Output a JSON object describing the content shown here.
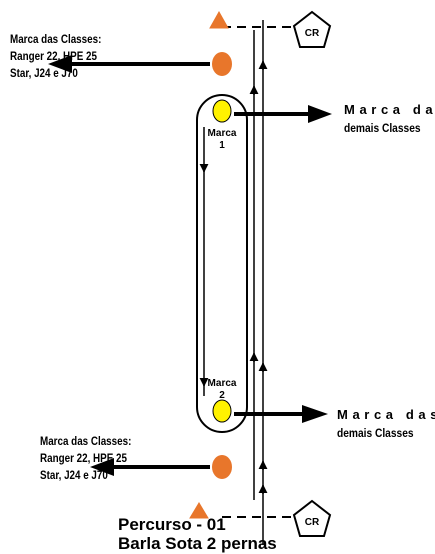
{
  "labels": {
    "top_left": [
      "Marca das Classes:",
      "Ranger 22, HPE 25",
      "Star, J24 e J70"
    ],
    "bottom_left": [
      "Marca das Classes:",
      "Ranger 22, HPE 25",
      "Star, J24 e J70"
    ],
    "top_right": [
      "M a r c a   d a s",
      "demais Classes"
    ],
    "bottom_right": [
      "M a r c a   d a s",
      "demais Classes"
    ],
    "mark1": [
      "Marca",
      "1"
    ],
    "mark2": [
      "Marca",
      "2"
    ],
    "cr_top": "CR",
    "cr_bottom": "CR",
    "title": "Percurso - 01",
    "subtitle": "Barla Sota 2 pernas"
  },
  "colors": {
    "orange": "#E8762B",
    "yellow": "#FFF200",
    "stroke": "#000000"
  }
}
